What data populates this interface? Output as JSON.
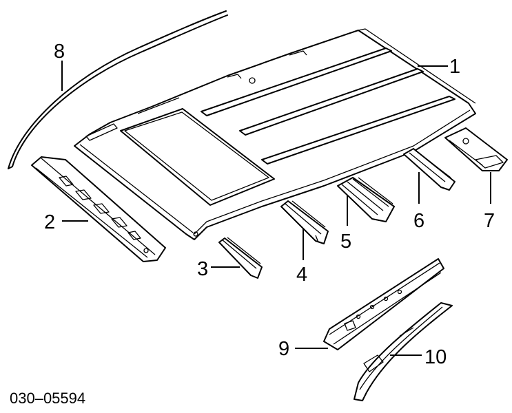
{
  "callouts": {
    "c1": "1",
    "c2": "2",
    "c3": "3",
    "c4": "4",
    "c5": "5",
    "c6": "6",
    "c7": "7",
    "c8": "8",
    "c9": "9",
    "c10": "10"
  },
  "diagram_code": "030–05594"
}
